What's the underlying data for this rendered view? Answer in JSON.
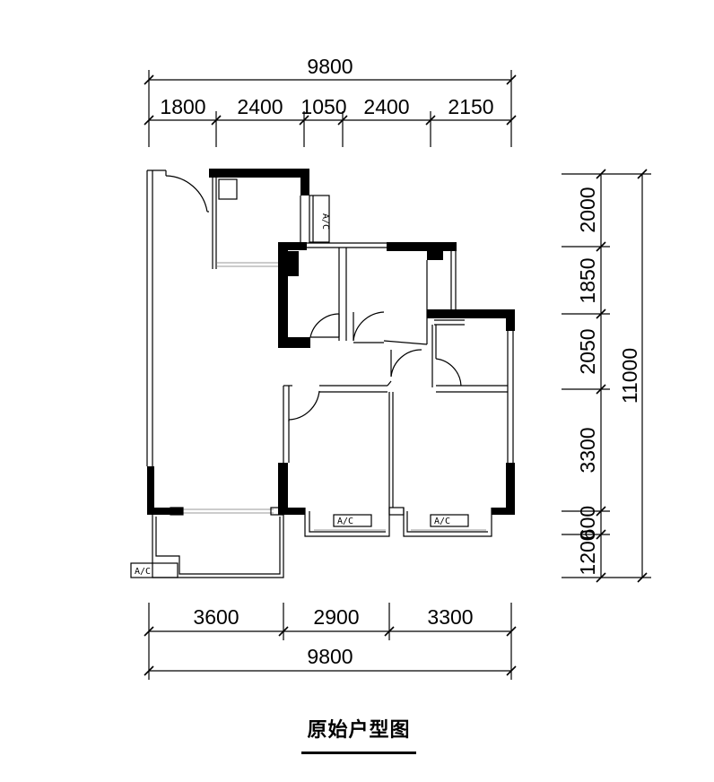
{
  "top_dimensions": {
    "overall": "9800",
    "segments": [
      "1800",
      "2400",
      "1050",
      "2400",
      "2150"
    ]
  },
  "bottom_dimensions": {
    "segments": [
      "3600",
      "2900",
      "3300"
    ],
    "overall": "9800"
  },
  "right_dimensions": {
    "segments": [
      "2000",
      "1850",
      "2050",
      "3300",
      "600",
      "1200"
    ],
    "overall": "11000"
  },
  "ac_labels": [
    "A/C",
    "A/C",
    "A/C",
    "A/C"
  ],
  "title": "原始户型图"
}
